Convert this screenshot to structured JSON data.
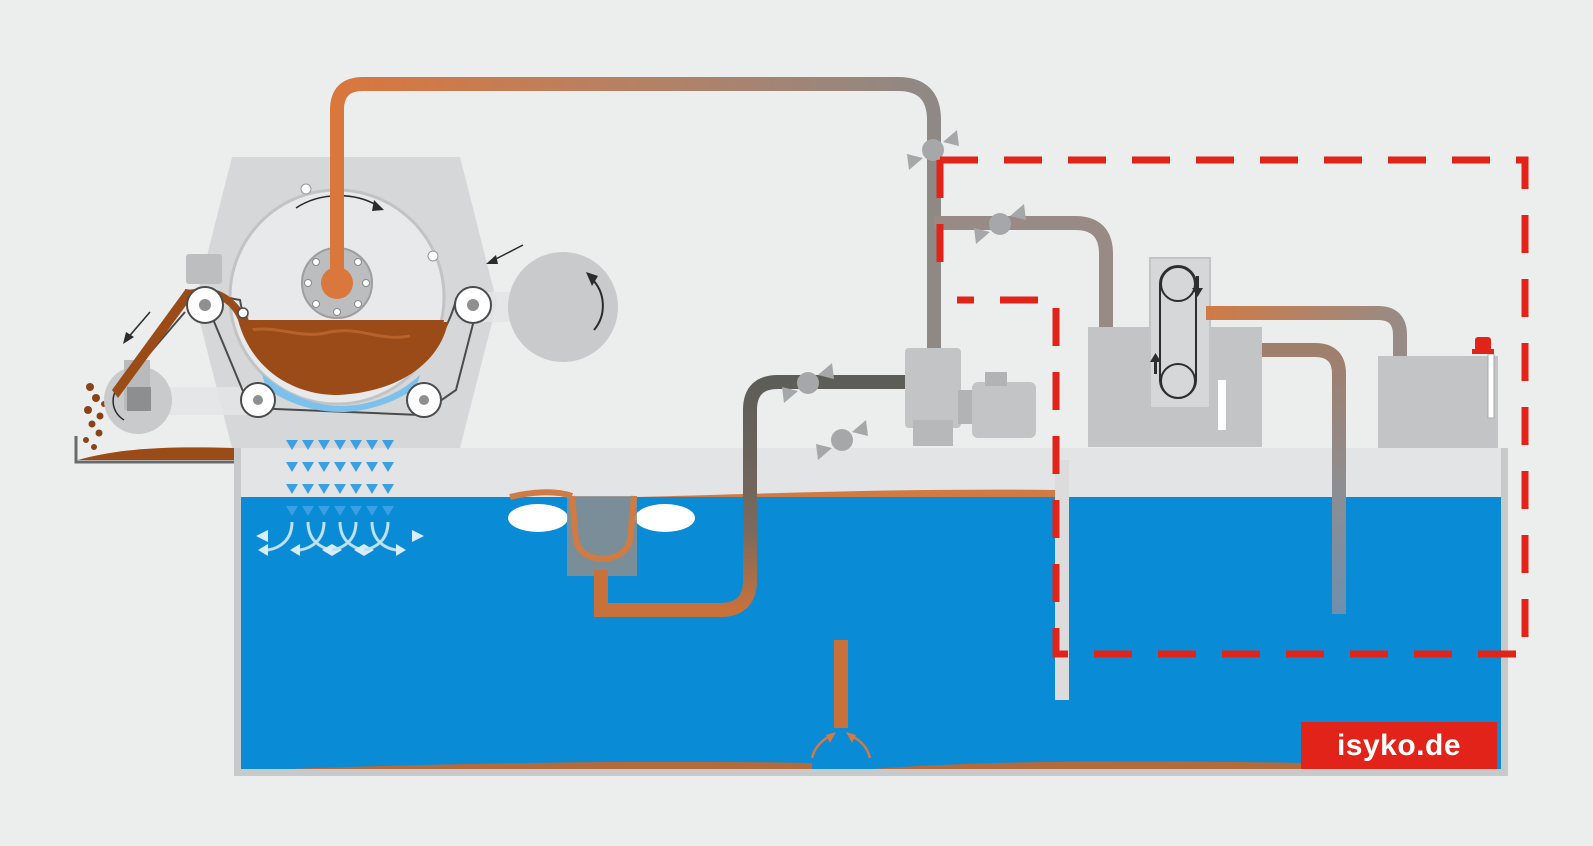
{
  "brand": {
    "label": "isyko.de",
    "background": "#e2231a",
    "text_color": "#ffffff"
  },
  "colors": {
    "background": "#eceeee",
    "water": "#0a8bd6",
    "tank_wall": "#c7c9ca",
    "machine_gray": "#cfd0d1",
    "pipe_rust": "#c9713a",
    "pipe_gray": "#8c8c8c",
    "pipe_dark": "#5d5d58",
    "sludge": "#9a4b18",
    "spray_blue": "#4aa9e8",
    "boundary_red": "#e2231a"
  },
  "components": [
    "filter-drum",
    "filter-belt",
    "sludge-discharge",
    "collection-tank",
    "skimmer",
    "suction-pump",
    "oil-separator",
    "oil-container",
    "inlet-valve",
    "return-line",
    "process-boundary"
  ],
  "icons": [
    "valve-icon",
    "direction-arrow-icon",
    "rotation-arrow-icon",
    "warning-light-icon"
  ]
}
